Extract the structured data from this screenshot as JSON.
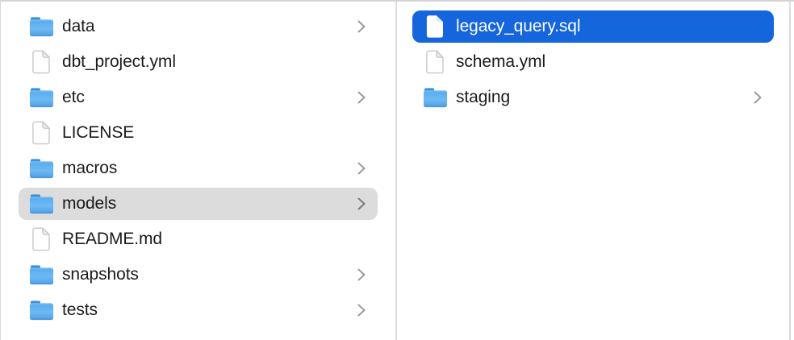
{
  "view": "finder-column-view",
  "columns": [
    {
      "name": "models-parent-folder-column",
      "items": [
        {
          "label": "data",
          "icon": "folder",
          "chevron": true,
          "selected": null
        },
        {
          "label": "dbt_project.yml",
          "icon": "document",
          "chevron": false,
          "selected": null
        },
        {
          "label": "etc",
          "icon": "folder",
          "chevron": true,
          "selected": null
        },
        {
          "label": "LICENSE",
          "icon": "document",
          "chevron": false,
          "selected": null
        },
        {
          "label": "macros",
          "icon": "folder",
          "chevron": true,
          "selected": null
        },
        {
          "label": "models",
          "icon": "folder",
          "chevron": true,
          "selected": "secondary"
        },
        {
          "label": "README.md",
          "icon": "document",
          "chevron": false,
          "selected": null
        },
        {
          "label": "snapshots",
          "icon": "folder",
          "chevron": true,
          "selected": null
        },
        {
          "label": "tests",
          "icon": "folder",
          "chevron": true,
          "selected": null
        }
      ]
    },
    {
      "name": "models-folder-contents-column",
      "items": [
        {
          "label": "legacy_query.sql",
          "icon": "document",
          "chevron": false,
          "selected": "primary"
        },
        {
          "label": "schema.yml",
          "icon": "document",
          "chevron": false,
          "selected": null
        },
        {
          "label": "staging",
          "icon": "folder",
          "chevron": true,
          "selected": null
        }
      ]
    }
  ],
  "icons": {
    "folder": "folder-icon",
    "document": "document-icon",
    "chevron": "chevron-right-icon"
  },
  "colors": {
    "selection_primary": "#1565dc",
    "selection_secondary": "#dcdcdc",
    "divider": "#dcdcdc",
    "text": "#1b1b1d",
    "text_selected": "#ffffff",
    "chevron": "#9b9b9b",
    "folder_blue_top": "#7cc1f5",
    "folder_blue_bottom": "#4f9fe5",
    "folder_tab": "#3d8fd6"
  }
}
